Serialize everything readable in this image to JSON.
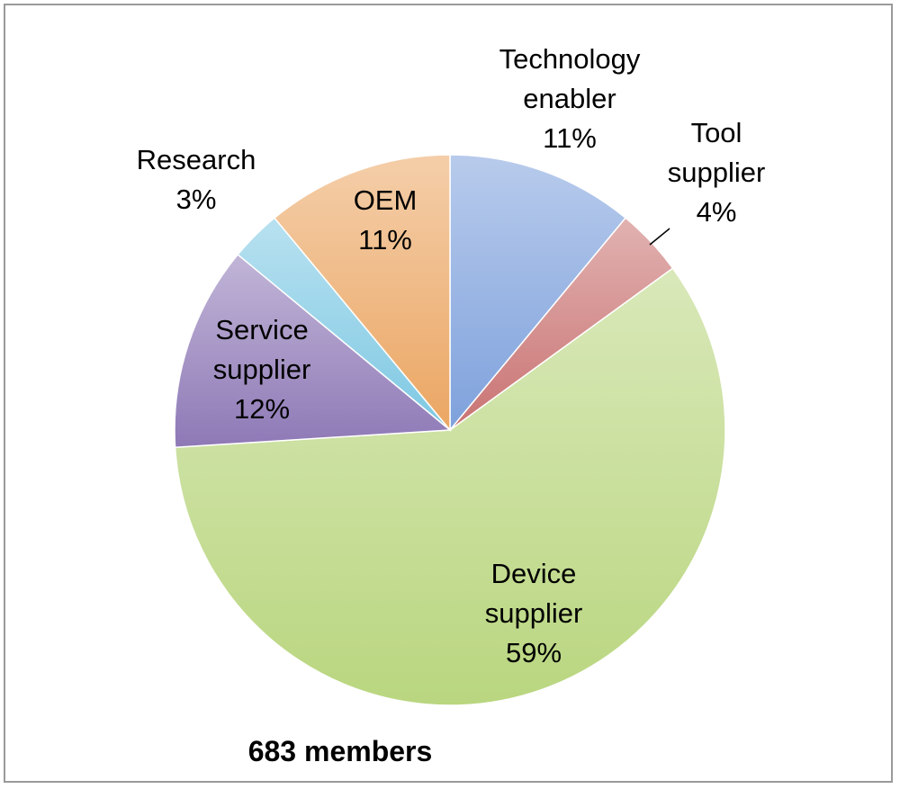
{
  "chart_data": {
    "type": "pie",
    "slices": [
      {
        "name": "Technology enabler",
        "label_lines": [
          "Technology",
          "enabler",
          "11%"
        ],
        "value": 11,
        "color": "#7ea1dc"
      },
      {
        "name": "Tool supplier",
        "label_lines": [
          "Tool",
          "supplier",
          "4%"
        ],
        "value": 4,
        "color": "#c97372"
      },
      {
        "name": "Device supplier",
        "label_lines": [
          "Device",
          "supplier",
          "59%"
        ],
        "value": 59,
        "color": "#b9d67f"
      },
      {
        "name": "Service supplier",
        "label_lines": [
          "Service",
          "supplier",
          "12%"
        ],
        "value": 12,
        "color": "#8e79b6"
      },
      {
        "name": "Research",
        "label_lines": [
          "Research",
          "3%"
        ],
        "value": 3,
        "color": "#7ec8e3"
      },
      {
        "name": "OEM",
        "label_lines": [
          "OEM",
          "11%"
        ],
        "value": 11,
        "color": "#eba663"
      }
    ],
    "total_label": "683 members"
  }
}
